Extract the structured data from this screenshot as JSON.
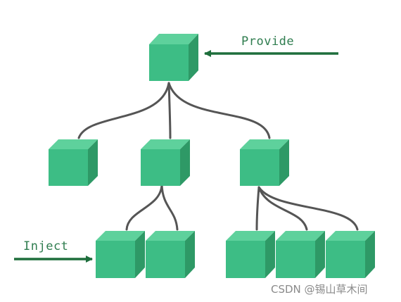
{
  "labels": {
    "provide": "Provide",
    "inject": "Inject"
  },
  "watermark": "CSDN @锡山草木间",
  "colors": {
    "cube_front": "#3dbd85",
    "cube_top": "#5ed19c",
    "cube_side": "#2e9966",
    "connector": "#555555",
    "arrow": "#1e6e3c",
    "label_text": "#2f7d4f"
  },
  "tree": {
    "root": "root-component",
    "children": [
      {
        "id": "child-left",
        "children": []
      },
      {
        "id": "child-middle",
        "children": [
          "grandchild-m1",
          "grandchild-m2"
        ]
      },
      {
        "id": "child-right",
        "children": [
          "grandchild-r1",
          "grandchild-r2",
          "grandchild-r3"
        ]
      }
    ]
  }
}
